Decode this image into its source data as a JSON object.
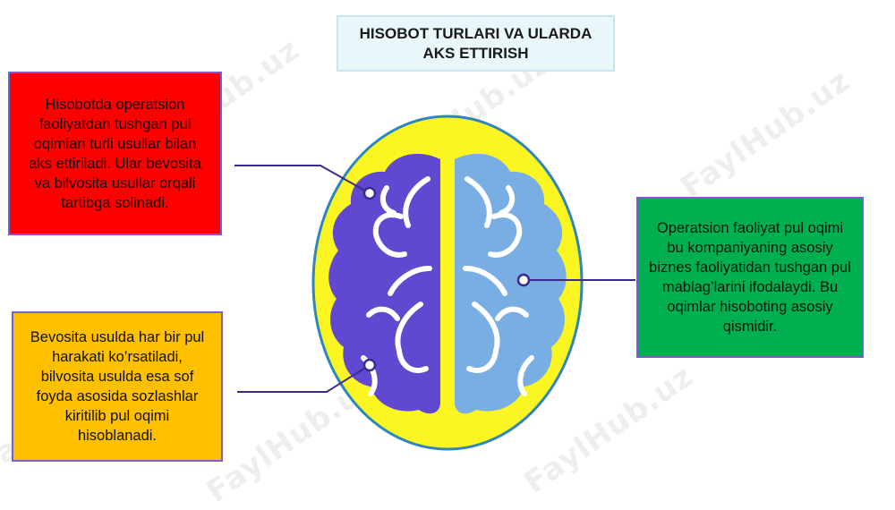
{
  "title": "HISOBOT TURLARI VA ULARDA AKS ETTIRISH",
  "notes": {
    "top_left": "Hisobotda operatsion faoliyatdan tushgan pul oqimlari turli usullar bilan aks ettiriladi. Ular bevosita va bilvosita usullar orqali tartibga solinadi.",
    "bottom_left": "Bevosita usulda har bir pul harakati ko’rsatiladi, bilvosita usulda esa sof foyda asosida sozlashlar kiritilib pul oqimi hisoblanadi.",
    "right": "Operatsion faoliyat pul oqimi bu kompaniyaning asosiy biznes faoliyatidan tushgan pul mablag’larini ifodalaydi. Bu oqimlar hisoboting asosiy qismidir."
  },
  "watermark": "FaylHub.uz",
  "colors": {
    "red": "#ff0000",
    "orange": "#ffc000",
    "green": "#00b050",
    "brain_left": "#6048d0",
    "brain_right": "#78aee4",
    "oval_fill": "#fbf521",
    "oval_border": "#2f86bd"
  }
}
